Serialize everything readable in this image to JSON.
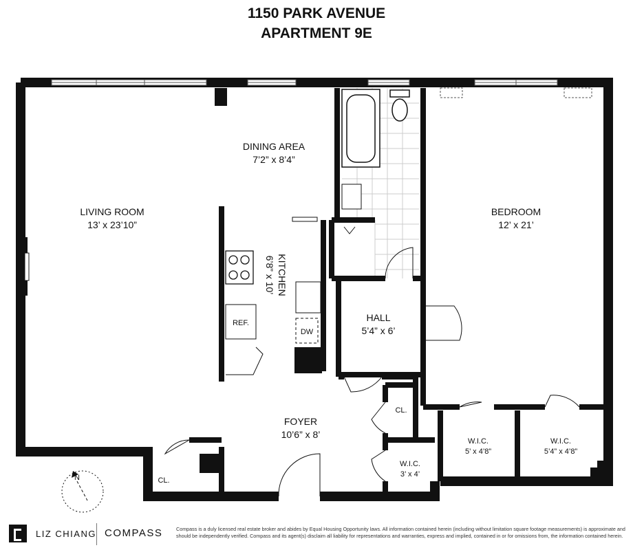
{
  "header": {
    "line1": "1150 PARK AVENUE",
    "line2": "APARTMENT 9E"
  },
  "rooms": {
    "dining": {
      "name": "DINING AREA",
      "size": "7’2” x 8’4”"
    },
    "living": {
      "name": "LIVING ROOM",
      "size": "13’ x 23’10”"
    },
    "kitchen": {
      "name": "KITCHEN",
      "size": "6’8” x 10’"
    },
    "ref": {
      "name": "REF."
    },
    "dw": {
      "name": "DW"
    },
    "hall": {
      "name": "HALL",
      "size": "5’4” x 6’"
    },
    "bedroom": {
      "name": "BEDROOM",
      "size": "12’ x 21’"
    },
    "foyer": {
      "name": "FOYER",
      "size": "10’6” x 8’"
    },
    "closet_hall": {
      "name": "CL."
    },
    "closet_foyer": {
      "name": "CL."
    },
    "wic_foyer": {
      "name": "W.I.C.",
      "size": "3’ x 4’"
    },
    "wic_left": {
      "name": "W.I.C.",
      "size": "5’ x 4’8”"
    },
    "wic_right": {
      "name": "W.I.C.",
      "size": "5’4” x 4’8”"
    }
  },
  "compass": {
    "north_label": "N"
  },
  "footer": {
    "agent": "LIZ CHIANG",
    "brokerage": "COMPASS",
    "disclaimer": "Compass is a duly licensed real estate broker and abides by Equal Housing Opportunity laws. All information contained herein (including without limitation square footage measurements) is approximate and should be independently verified. Compass and its agent(s) disclaim all liability for representations and warranties, express and implied, contained in or for omissions from, the information contained herein."
  },
  "colors": {
    "wall": "#111111",
    "background": "#ffffff",
    "tile": "#d8d8d8"
  }
}
